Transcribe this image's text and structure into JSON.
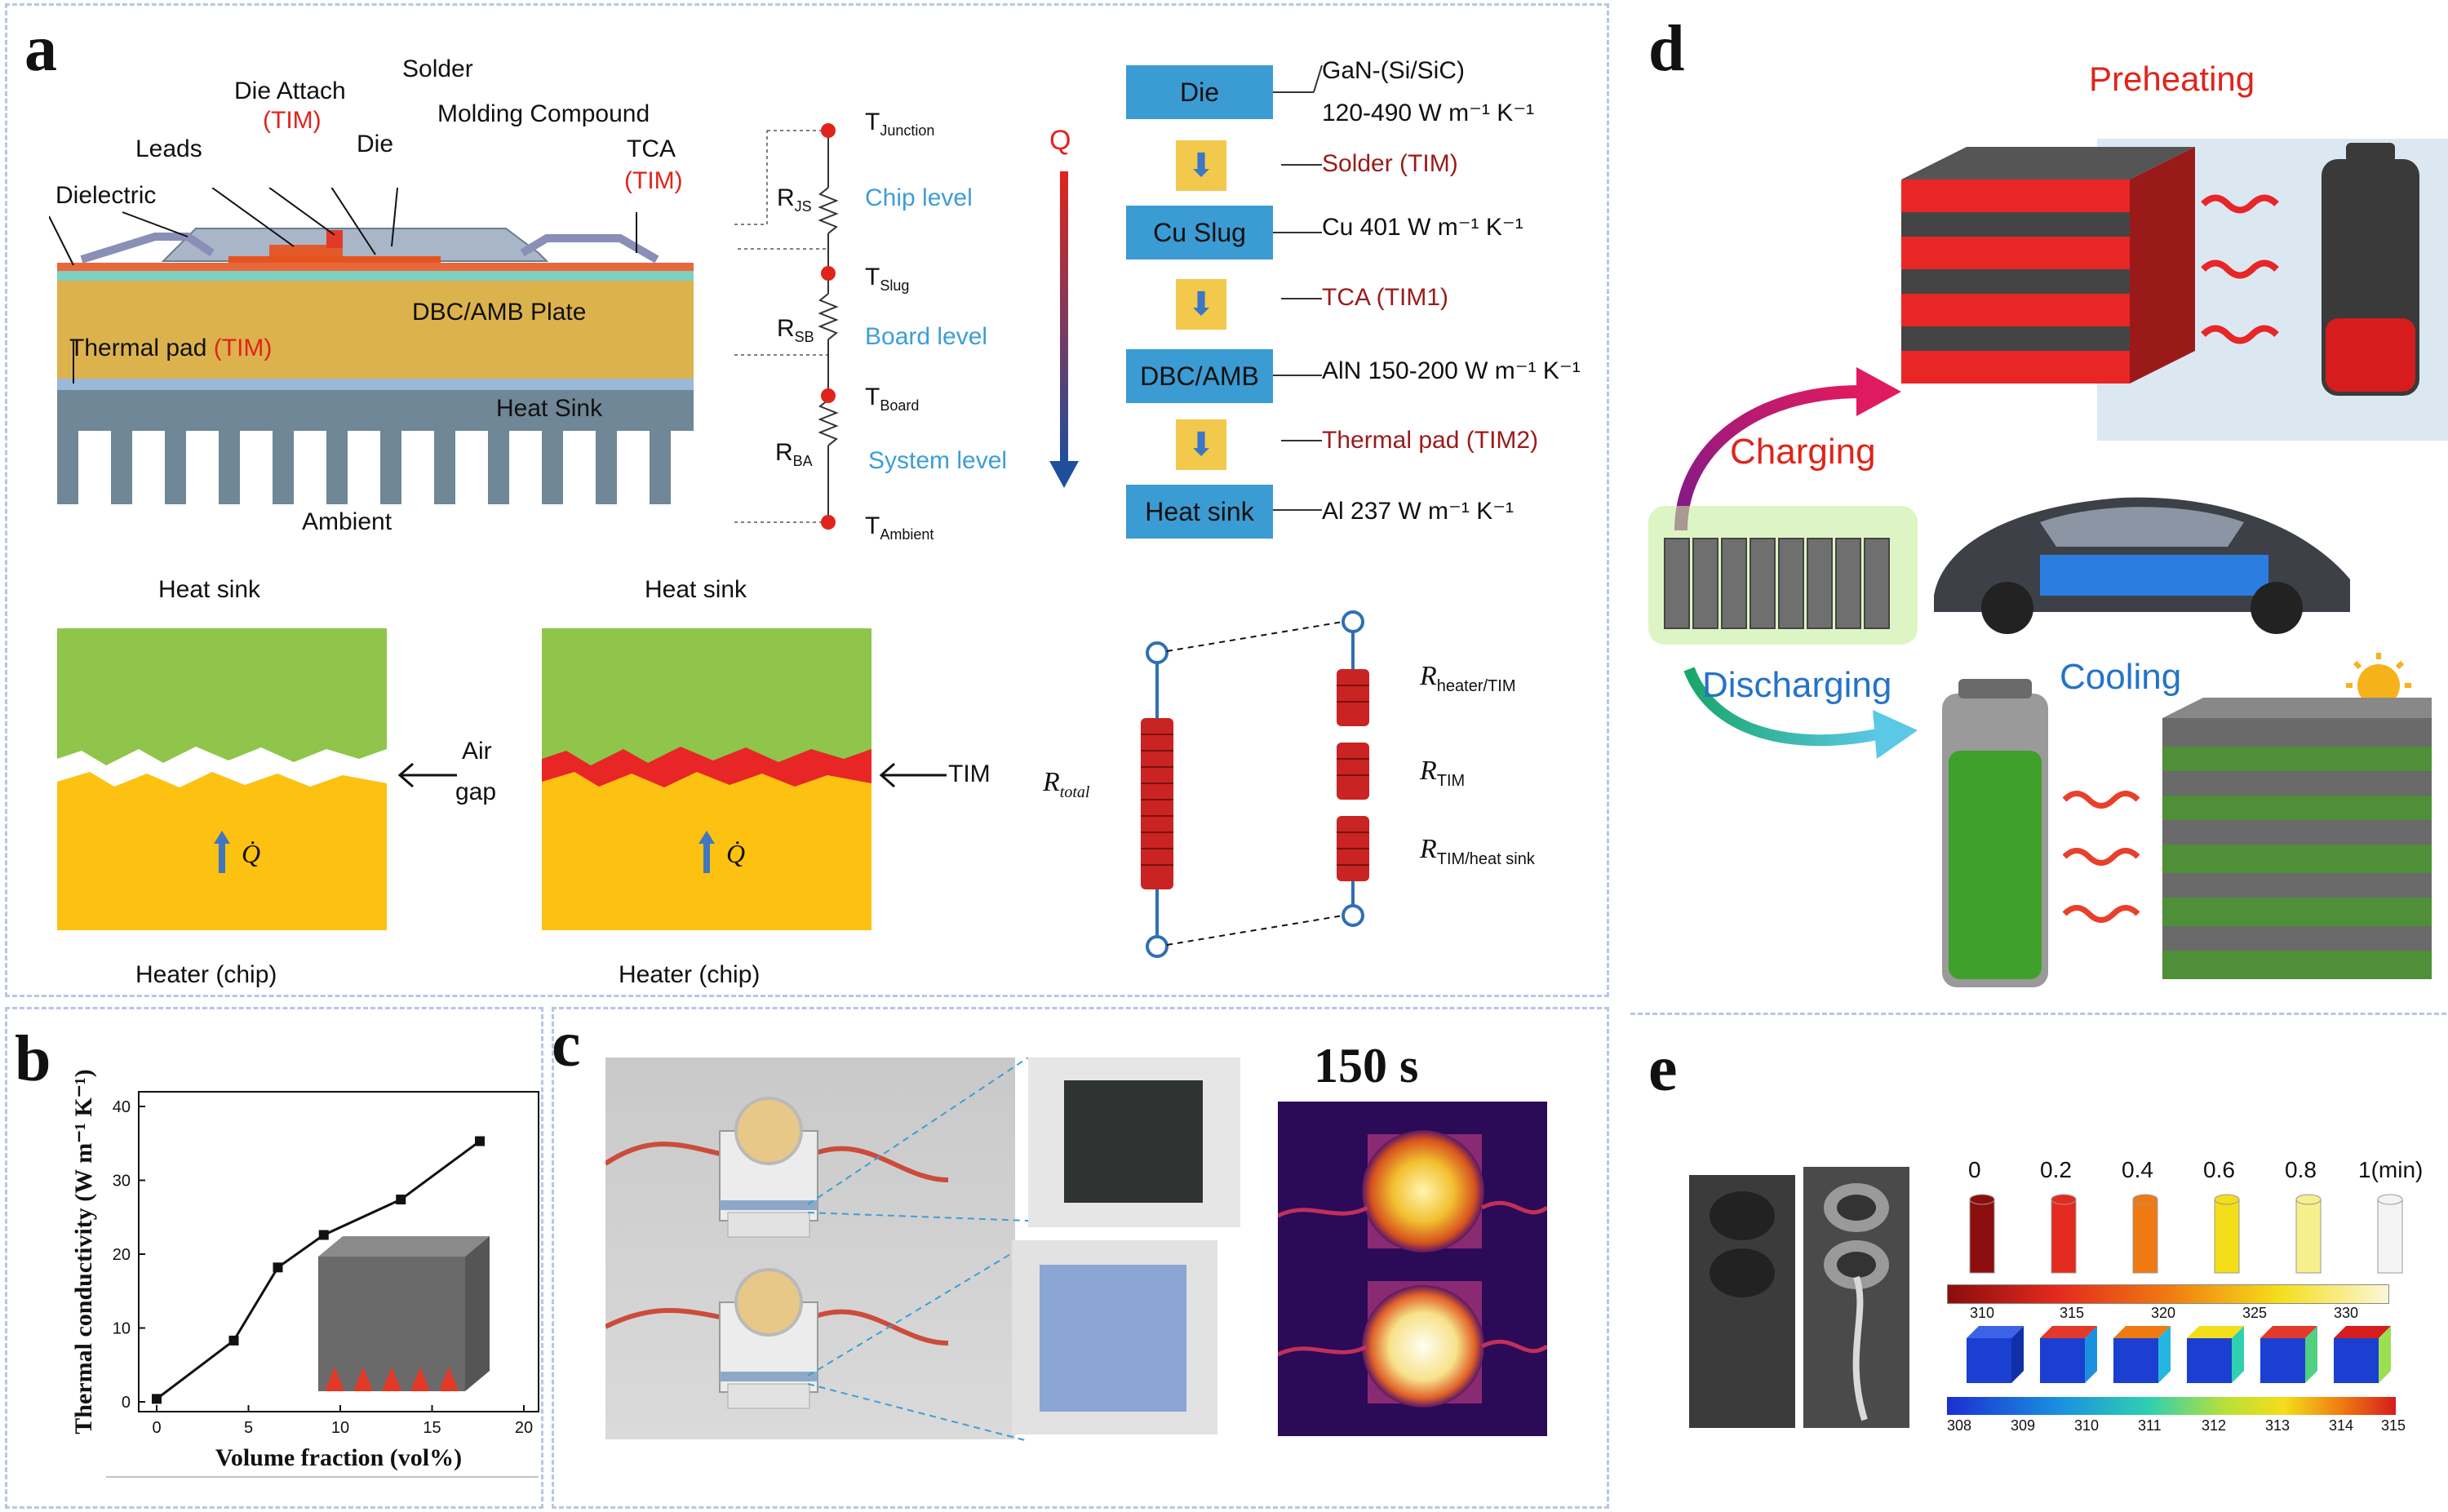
{
  "panels": {
    "a": "a",
    "b": "b",
    "c": "c",
    "d": "d",
    "e": "e"
  },
  "a": {
    "cross_section": {
      "die_attach": "Die Attach",
      "die_attach_tim": "(TIM)",
      "solder": "Solder",
      "molding": "Molding Compound",
      "leads": "Leads",
      "die": "Die",
      "dielectric": "Dielectric",
      "tca": "TCA",
      "tca_tim": "(TIM)",
      "dbc": "DBC/AMB Plate",
      "thermal_pad": "Thermal pad",
      "thermal_pad_tim": "(TIM)",
      "heat_sink": "Heat Sink",
      "ambient": "Ambient"
    },
    "resistance": {
      "t_junction": "T",
      "t_junction_sub": "Junction",
      "t_slug": "T",
      "t_slug_sub": "Slug",
      "t_board": "T",
      "t_board_sub": "Board",
      "t_ambient": "T",
      "t_ambient_sub": "Ambient",
      "r_js": "R",
      "r_js_sub": "JS",
      "r_sb": "R",
      "r_sb_sub": "SB",
      "r_ba": "R",
      "r_ba_sub": "BA",
      "chip_level": "Chip level",
      "board_level": "Board level",
      "system_level": "System level",
      "q": "Q"
    },
    "stack": {
      "die": "Die",
      "die_desc1": "GaN-(Si/SiC)",
      "die_desc2": "120-490 W m⁻¹ K⁻¹",
      "solder": "Solder (TIM)",
      "cu_slug": "Cu Slug",
      "cu_desc": "Cu 401 W m⁻¹ K⁻¹",
      "tca": "TCA (TIM1)",
      "dbc": "DBC/AMB",
      "dbc_desc": "AlN 150-200 W m⁻¹ K⁻¹",
      "pad": "Thermal pad (TIM2)",
      "heat_sink": "Heat sink",
      "hs_desc": "Al 237 W m⁻¹ K⁻¹"
    },
    "interface": {
      "heat_sink_1": "Heat sink",
      "heat_sink_2": "Heat sink",
      "heater_1": "Heater (chip)",
      "heater_2": "Heater (chip)",
      "air": "Air",
      "gap": "gap",
      "tim": "TIM",
      "qdot": "Q̇"
    },
    "springs": {
      "r_total": "R",
      "r_total_sub": "total",
      "r1": "R",
      "r1_sub": "heater/TIM",
      "r2": "R",
      "r2_sub": "TIM",
      "r3": "R",
      "r3_sub": "TIM/heat sink"
    }
  },
  "b": {
    "chart_data": {
      "type": "line",
      "xlabel": "Volume fraction (vol%)",
      "ylabel": "Thermal conductivity (W m⁻¹ K⁻¹)",
      "xlim": [
        0,
        20
      ],
      "ylim": [
        0,
        40
      ],
      "xticks": [
        "0",
        "5",
        "10",
        "15",
        "20"
      ],
      "yticks": [
        "0",
        "10",
        "20",
        "30",
        "40"
      ],
      "x": [
        0,
        4.2,
        6.6,
        9.1,
        13.3,
        17.6
      ],
      "y": [
        0.4,
        8.3,
        18.2,
        22.6,
        27.4,
        35.3
      ]
    }
  },
  "c": {
    "time": "150 s"
  },
  "d": {
    "preheating": "Preheating",
    "charging": "Charging",
    "discharging": "Discharging",
    "cooling": "Cooling"
  },
  "e": {
    "times": [
      "0",
      "0.2",
      "0.4",
      "0.6",
      "0.8",
      "1(min)"
    ],
    "time_colors": [
      "#8b0d0d",
      "#e32a1e",
      "#f07a12",
      "#f4de1a",
      "#f6ef8c",
      "#f3f3f3"
    ],
    "scale1": [
      "310",
      "315",
      "320",
      "325",
      "330"
    ],
    "scale2": [
      "308",
      "309",
      "310",
      "311",
      "312",
      "313",
      "314",
      "315"
    ]
  }
}
